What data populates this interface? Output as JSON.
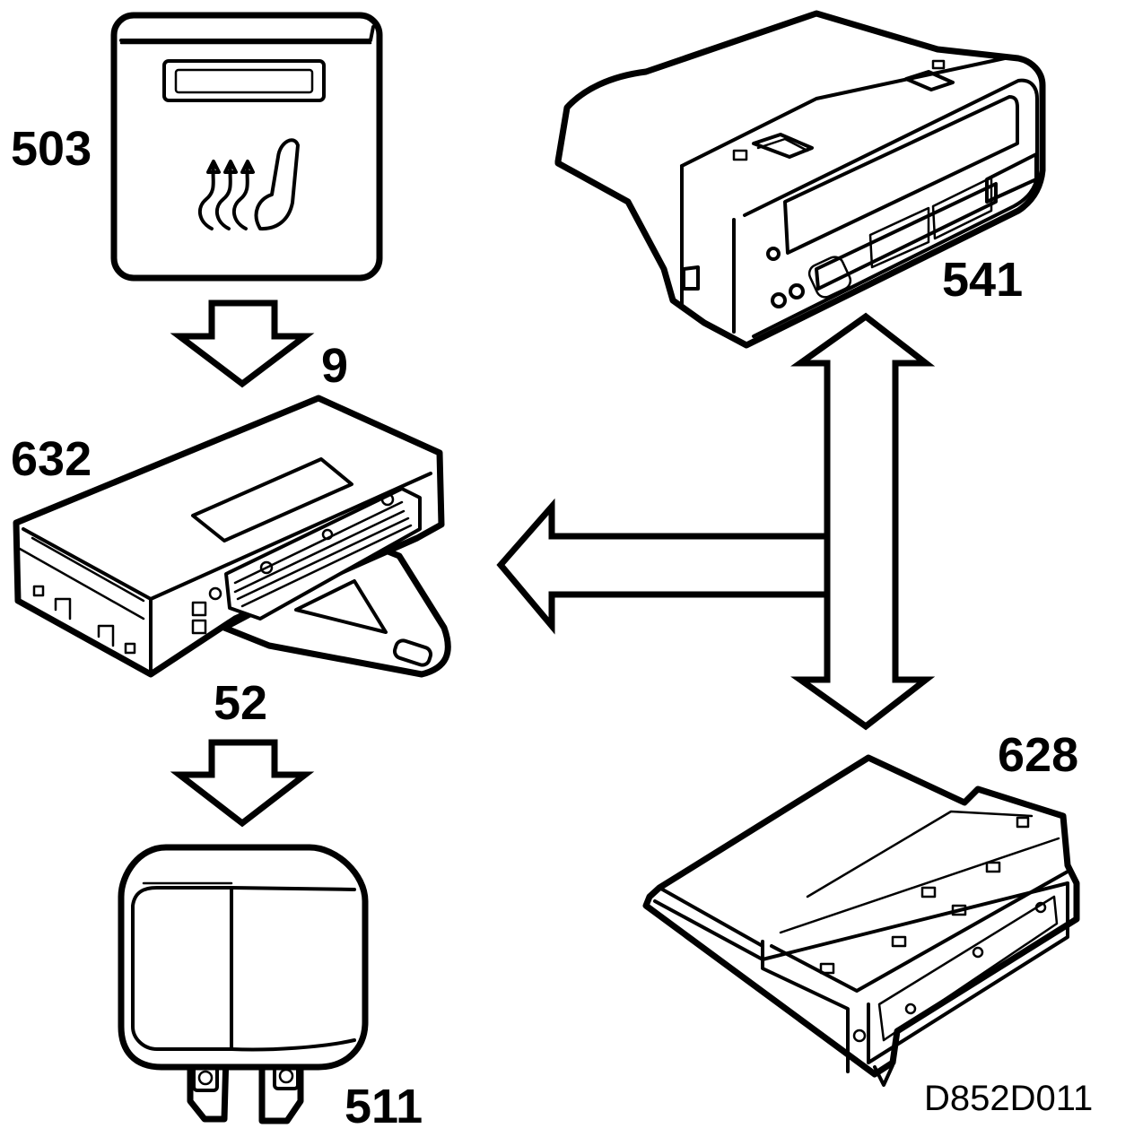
{
  "labels": {
    "switch": "503",
    "control_unit": "632",
    "connector_top": "9",
    "connector_bottom": "52",
    "relay": "511",
    "display": "541",
    "module": "628",
    "drawing_ref": "D852D011"
  }
}
